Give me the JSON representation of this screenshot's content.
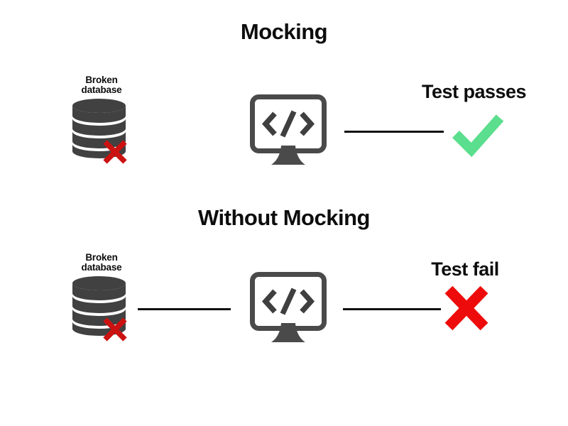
{
  "diagram": {
    "title_top": "Mocking",
    "title_bottom": "Without Mocking",
    "background_color": "#ffffff"
  },
  "rows": [
    {
      "id": "mocking",
      "heading": "Mocking",
      "database": {
        "label_line1": "Broken",
        "label_line2": "database",
        "icon": "database-cylinder-icon",
        "status_icon": "red-x-icon",
        "color": "#414141",
        "status_color": "#cc1111"
      },
      "connector_left": false,
      "monitor": {
        "icon": "code-monitor-icon",
        "glyph": "</>",
        "color": "#4a4a4a"
      },
      "connector_right": true,
      "result": {
        "label": "Test passes",
        "icon": "green-check-icon",
        "color": "#5bde8d"
      }
    },
    {
      "id": "without-mocking",
      "heading": "Without Mocking",
      "database": {
        "label_line1": "Broken",
        "label_line2": "database",
        "icon": "database-cylinder-icon",
        "status_icon": "red-x-icon",
        "color": "#414141",
        "status_color": "#cc1111"
      },
      "connector_left": true,
      "monitor": {
        "icon": "code-monitor-icon",
        "glyph": "</>",
        "color": "#4a4a4a"
      },
      "connector_right": true,
      "result": {
        "label": "Test fail",
        "icon": "red-x-icon",
        "color": "#ee0b0b"
      }
    }
  ]
}
